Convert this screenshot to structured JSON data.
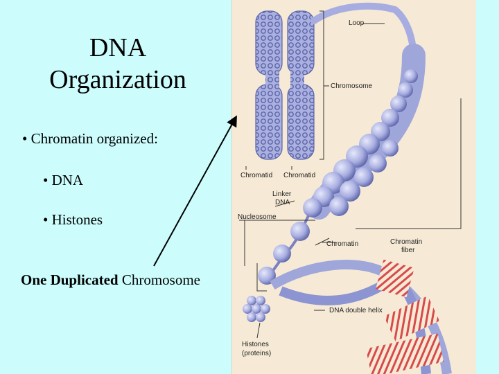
{
  "slide": {
    "title_line1": "DNA",
    "title_line2": "Organization",
    "bullets": [
      "• Chromatin organized:",
      "• DNA",
      "• Histones"
    ],
    "caption_bold": "One Duplicated",
    "caption_rest": " Chromosome"
  },
  "figure": {
    "labels": {
      "loop": "Loop",
      "chromosome": "Chromosome",
      "chromatid_left": "Chromatid",
      "chromatid_right": "Chromatid",
      "linker_dna_1": "Linker",
      "linker_dna_2": "DNA",
      "nucleosome": "Nucleosome",
      "chromatin": "Chromatin",
      "chromatin_fiber_1": "Chromatin",
      "chromatin_fiber_2": "fiber",
      "dna_double_helix": "DNA double helix",
      "histones_1": "Histones",
      "histones_2": "(proteins)"
    }
  },
  "colors": {
    "background": "#ccfcfc",
    "figure_background": "#f6ead6",
    "structure_blue": "#9fa6da",
    "structure_dark": "#5c64a8",
    "helix_red": "#d84a4a"
  }
}
